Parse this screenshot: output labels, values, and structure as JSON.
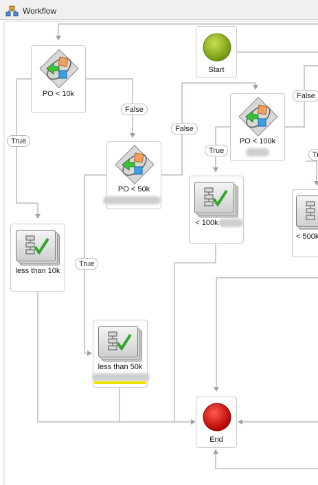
{
  "window": {
    "title": "Workflow"
  },
  "nodes": {
    "start": {
      "label": "Start"
    },
    "end": {
      "label": "End"
    },
    "decision_10k": {
      "label": "PO < 10k"
    },
    "decision_50k": {
      "label": "PO < 50k"
    },
    "decision_100k": {
      "label": "PO < 100k"
    },
    "activity_lt10k": {
      "label": "less than 10k"
    },
    "activity_lt50k": {
      "label": "less than 50k"
    },
    "activity_lt100k": {
      "label": "< 100k"
    },
    "activity_lt500k": {
      "label": "< 500k"
    }
  },
  "edge_labels": {
    "false1": "False",
    "false2": "False",
    "false3": "False",
    "true1": "True",
    "true2": "True",
    "true3": "True",
    "true4": "Tr"
  },
  "colors": {
    "start": "#8db31a",
    "end": "#e00000",
    "wire": "#b8bcc4",
    "highlight": "#f2e400"
  },
  "icons": [
    "workflow-icon",
    "decision-icon",
    "activity-icon",
    "start-icon",
    "end-icon"
  ]
}
